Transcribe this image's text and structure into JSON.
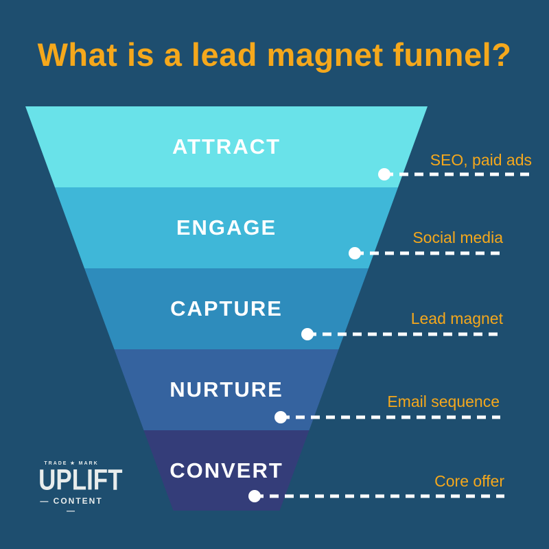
{
  "title": "What is a lead magnet funnel?",
  "colors": {
    "background": "#1E4E6F",
    "title": "#F5A81C",
    "stage_label": "#FFFFFF",
    "annotation": "#F5A81C",
    "connector": "#FFFFFF",
    "logo": "#E8ECEC"
  },
  "funnel": {
    "stages": [
      {
        "label": "ATTRACT",
        "annotation": "SEO, paid ads",
        "color": "#69E2E9"
      },
      {
        "label": "ENGAGE",
        "annotation": "Social media",
        "color": "#3FB7D8"
      },
      {
        "label": "CAPTURE",
        "annotation": "Lead magnet",
        "color": "#2E8CBC"
      },
      {
        "label": "NURTURE",
        "annotation": "Email sequence",
        "color": "#35639F"
      },
      {
        "label": "CONVERT",
        "annotation": "Core offer",
        "color": "#343D79"
      }
    ]
  },
  "logo": {
    "trademark": "TRADE ★ MARK",
    "name": "UPLIFT",
    "subtitle": "— CONTENT —"
  }
}
